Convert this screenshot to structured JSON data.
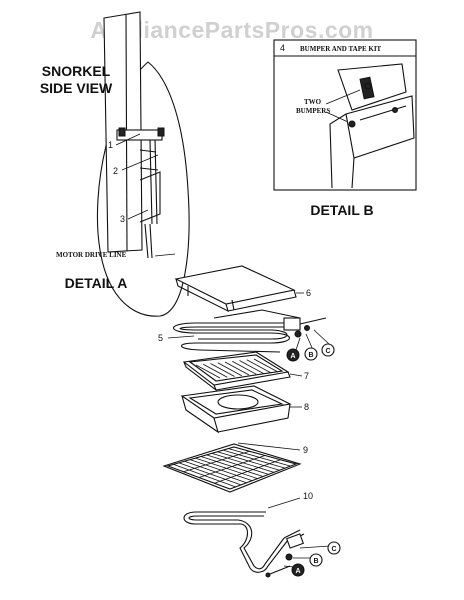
{
  "watermark": "AppliancePartsPros.com",
  "detail_a": {
    "view_title_line1": "SNORKEL",
    "view_title_line2": "SIDE VIEW",
    "motor_label": "MOTOR DRIVE LINE",
    "caption": "DETAIL A",
    "callouts": [
      "1",
      "2",
      "3"
    ]
  },
  "detail_b": {
    "box_number": "4",
    "kit_label": "BUMPER AND TAPE KIT",
    "bumpers_line1": "TWO",
    "bumpers_line2": "BUMPERS",
    "caption": "DETAIL B"
  },
  "parts": {
    "callouts": [
      "5",
      "6",
      "7",
      "8",
      "9",
      "10"
    ],
    "upper_circles": [
      "A",
      "B",
      "C"
    ],
    "lower_circles": [
      "A",
      "B",
      "C"
    ]
  }
}
